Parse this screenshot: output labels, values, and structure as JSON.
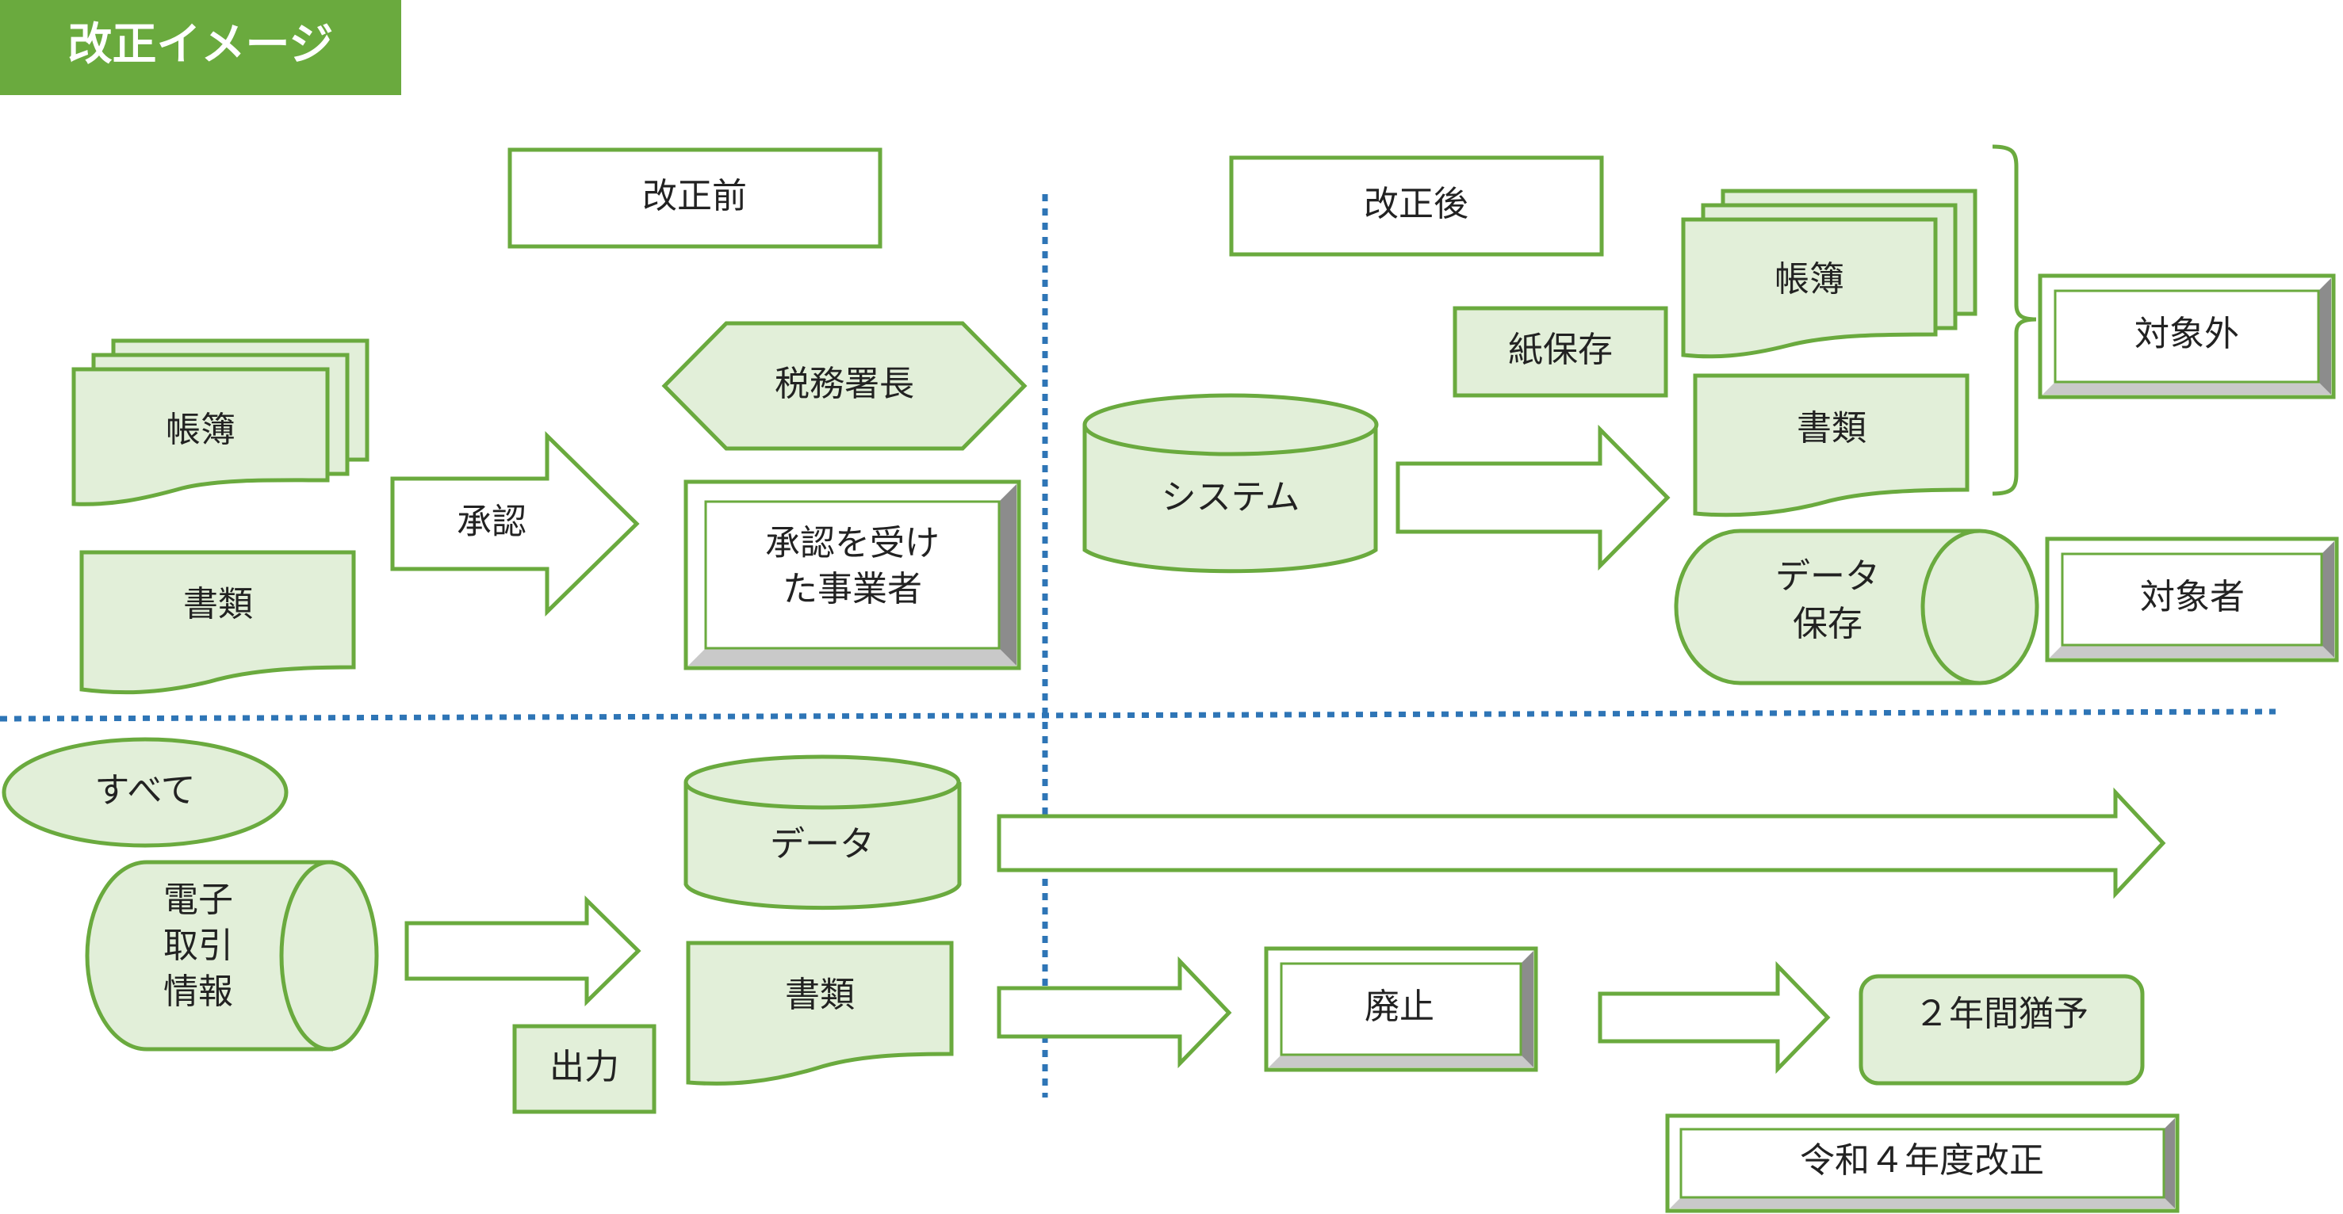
{
  "title": "改正イメージ",
  "colors": {
    "title_bg": "#6aaa3e",
    "shape_fill": "#e2efd9",
    "shape_stroke": "#6aaa3e",
    "divider": "#2e75b6",
    "text": "#222222",
    "bevel_dark": "#8c8c8c",
    "bevel_light": "#c9c9c9"
  },
  "before": {
    "header": "改正前",
    "ledger": "帳簿",
    "documents": "書類",
    "approval_arrow": "承認",
    "tax_office_head": "税務署長",
    "approved_business_line1": "承認を受け",
    "approved_business_line2": "た事業者"
  },
  "after": {
    "header": "改正後",
    "paper_storage": "紙保存",
    "ledger": "帳簿",
    "documents": "書類",
    "system": "システム",
    "data_storage_line1": "データ",
    "data_storage_line2": "保存",
    "not_covered": "対象外",
    "covered": "対象者"
  },
  "electronic": {
    "all": "すべて",
    "electronic_line1": "電子",
    "electronic_line2": "取引",
    "electronic_line3": "情報",
    "output": "出力",
    "data": "データ",
    "documents": "書類",
    "abolished": "廃止",
    "grace_period": "２年間猶予",
    "revision_year": "令和４年度改正"
  }
}
